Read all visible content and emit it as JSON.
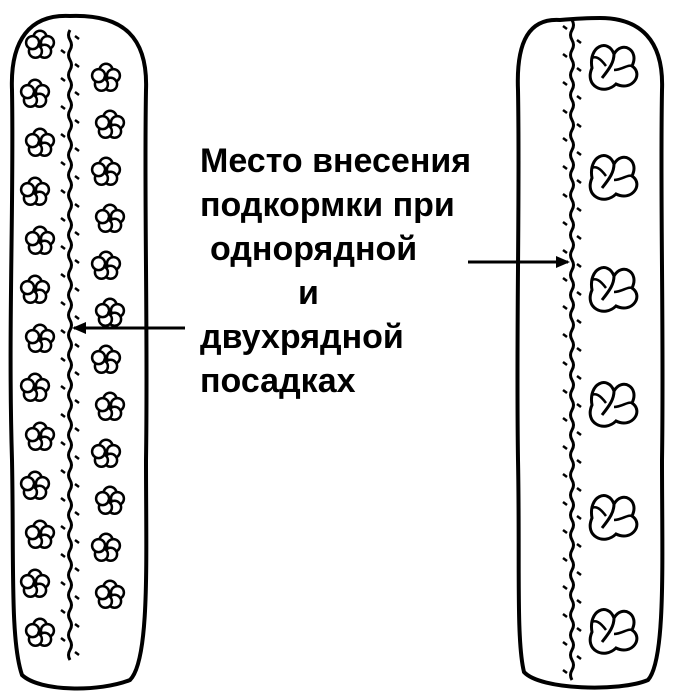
{
  "caption": {
    "line1": "Место внесения",
    "line2": "подкормки при",
    "line3": "однорядной",
    "line4": "и",
    "line5": "двухрядной",
    "line6": "посадках"
  },
  "colors": {
    "ink": "#000000",
    "paper": "#ffffff"
  },
  "icons": [
    "flower-icon",
    "cabbage-plant-icon",
    "fertilizer-line",
    "arrow-icon"
  ]
}
